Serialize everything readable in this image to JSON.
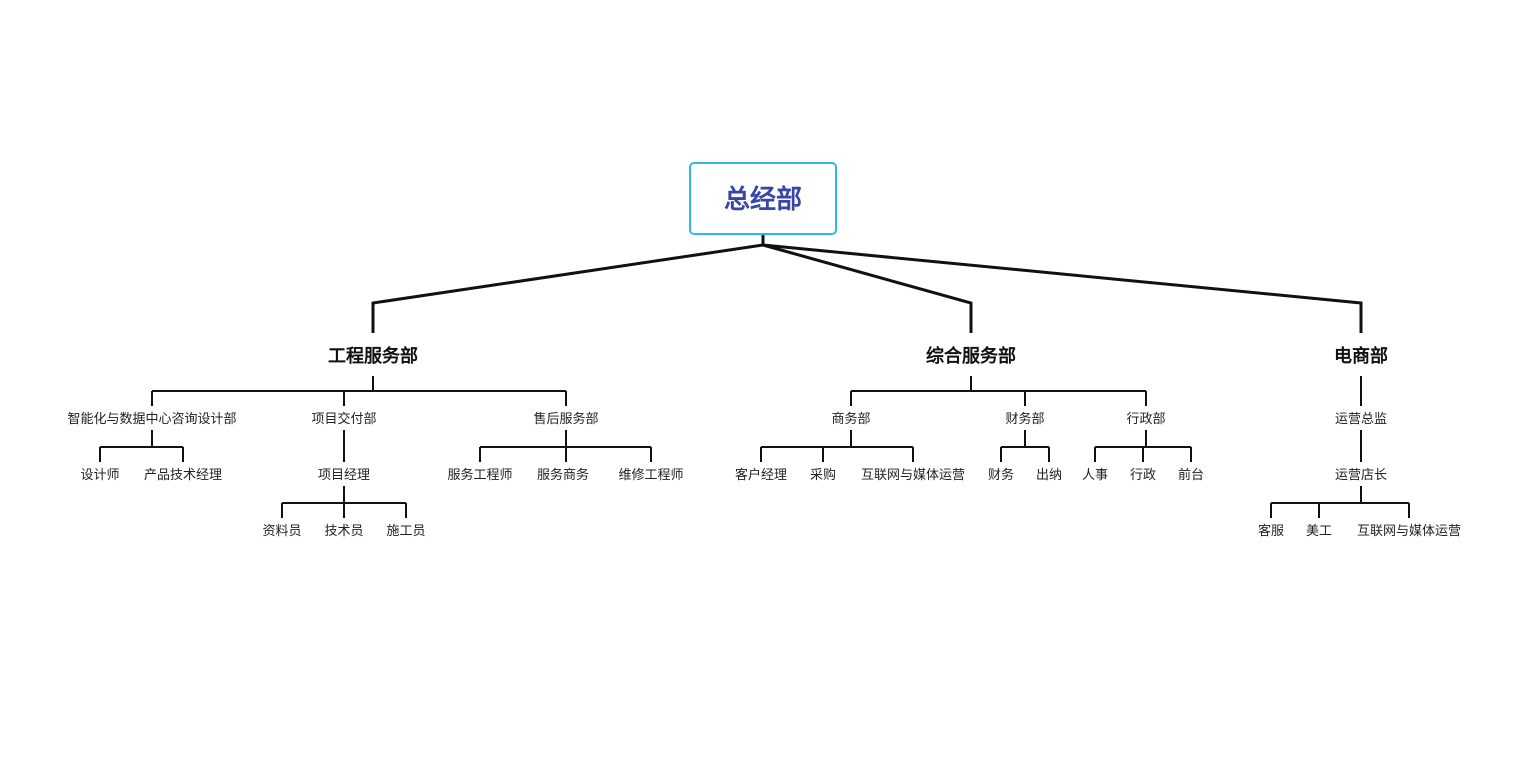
{
  "root": {
    "label": "总经部",
    "accent": "#3a45a8",
    "border": "#33b5e5"
  },
  "departments": [
    {
      "label": "工程服务部",
      "units": [
        {
          "label": "智能化与数据中心咨询设计部",
          "children": [
            "设计师",
            "产品技术经理"
          ]
        },
        {
          "label": "项目交付部",
          "children": [
            "项目经理"
          ],
          "grandchildren": [
            "资料员",
            "技术员",
            "施工员"
          ]
        },
        {
          "label": "售后服务部",
          "children": [
            "服务工程师",
            "服务商务",
            "维修工程师"
          ]
        }
      ]
    },
    {
      "label": "综合服务部",
      "units": [
        {
          "label": "商务部",
          "children": [
            "客户经理",
            "采购",
            "互联网与媒体运营"
          ]
        },
        {
          "label": "财务部",
          "children": [
            "财务",
            "出纳"
          ]
        },
        {
          "label": "行政部",
          "children": [
            "人事",
            "行政",
            "前台"
          ]
        }
      ]
    },
    {
      "label": "电商部",
      "chain": [
        "运营总监",
        "运营店长"
      ],
      "children": [
        "客服",
        "美工",
        "互联网与媒体运营"
      ]
    }
  ]
}
